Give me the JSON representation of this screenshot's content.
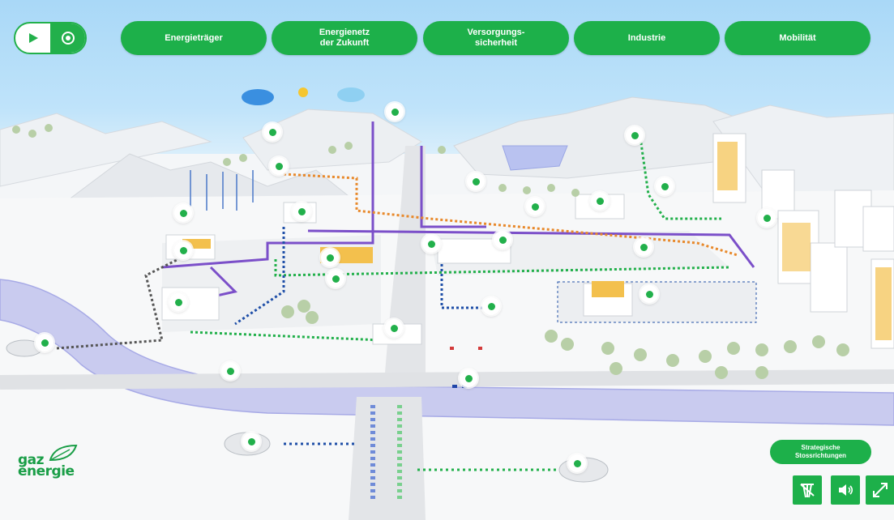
{
  "nav": {
    "play_icon": "play-icon",
    "record_icon": "target-icon",
    "items": [
      {
        "label": "Energieträger"
      },
      {
        "label": "Energienetz\nder Zukunft"
      },
      {
        "label": "Versorgungs-\nsicherheit"
      },
      {
        "label": "Industrie"
      },
      {
        "label": "Mobilität"
      }
    ]
  },
  "logo": {
    "line1": "gaz",
    "line2": "energie",
    "icon": "leaf-icon"
  },
  "controls": {
    "strategic_label": "Strategische\nStossrichtungen",
    "buttons": [
      "tower-icon",
      "speaker-icon",
      "fullscreen-icon"
    ]
  },
  "colors": {
    "brand_green": "#1db04a",
    "pipe_purple": "#7b4fc9",
    "pipe_green": "#22b04b",
    "pipe_blue": "#1f4fa8",
    "pipe_orange": "#e8892b",
    "river": "#c7c9f0"
  }
}
